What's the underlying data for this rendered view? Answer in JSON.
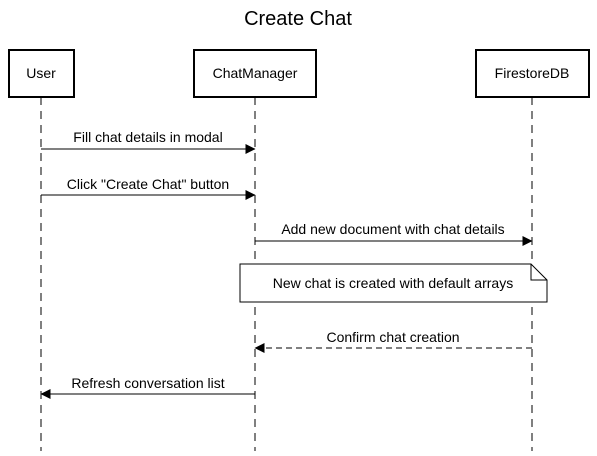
{
  "diagram": {
    "title": "Create Chat",
    "participants": [
      {
        "id": "user",
        "label": "User"
      },
      {
        "id": "chatmanager",
        "label": "ChatManager"
      },
      {
        "id": "firestoredb",
        "label": "FirestoreDB"
      }
    ],
    "messages": [
      {
        "from": "user",
        "to": "chatmanager",
        "label": "Fill chat details in modal",
        "style": "solid"
      },
      {
        "from": "user",
        "to": "chatmanager",
        "label": "Click \"Create Chat\" button",
        "style": "solid"
      },
      {
        "from": "chatmanager",
        "to": "firestoredb",
        "label": "Add new document with chat details",
        "style": "solid"
      },
      {
        "from": "firestoredb",
        "to": "chatmanager",
        "label": "Confirm chat creation",
        "style": "dashed"
      },
      {
        "from": "chatmanager",
        "to": "user",
        "label": "Refresh conversation list",
        "style": "solid"
      }
    ],
    "note": {
      "text": "New chat is created with default arrays",
      "over": [
        "chatmanager",
        "firestoredb"
      ]
    },
    "colors": {
      "line": "#000000",
      "background": "#ffffff"
    }
  }
}
